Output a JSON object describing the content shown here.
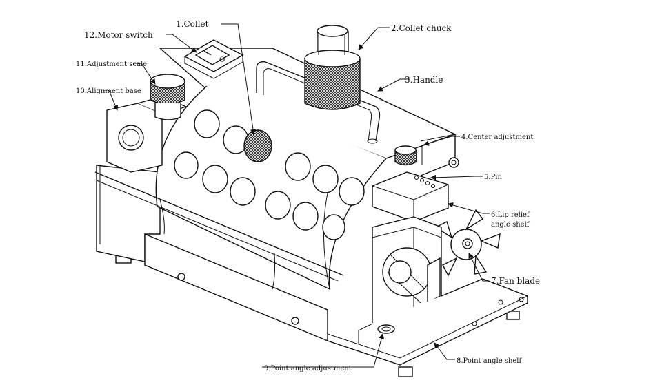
{
  "labels": {
    "collet": "1.Collet",
    "collet_chuck": "2.Collet chuck",
    "handle": "3.Handle",
    "center_adjustment": "4.Center adjustment",
    "pin": "5.Pin",
    "lip_relief_1": "6.Lip relief",
    "lip_relief_2": "angle shelf",
    "fan_blade": "7.Fan blade",
    "point_angle_shelf": "8.Point angle shelf",
    "point_angle_adjustment": "9.Point angle adjustment",
    "alignment_base": "10.Alignment base",
    "adjustment_scale": "11.Adjustment scale",
    "motor_switch": "12.Motor switch"
  },
  "switch_marks": {
    "on": "I",
    "off": "O"
  }
}
